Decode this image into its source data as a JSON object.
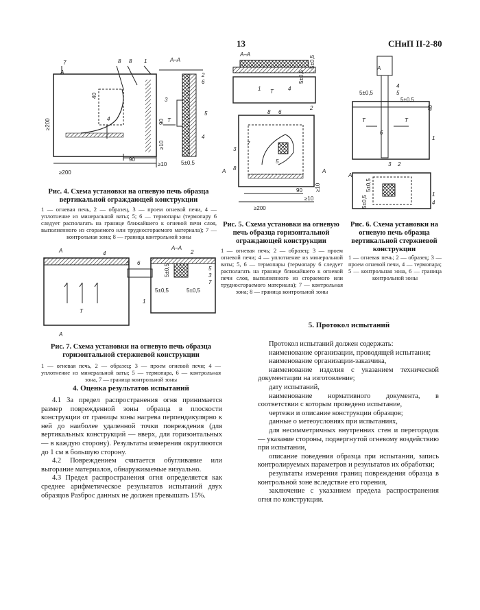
{
  "header": {
    "page_number": "13",
    "doc_code": "СНиП II-2-80"
  },
  "fig4": {
    "caption": "Рис. 4. Схема установки на огневую печь образца вертикальной ограждающей конструкции",
    "legend": "1 — огневая печь, 2 — образец, 3 — проем огневой печи, 4 — уплотнение из минеральной ваты; 5; 6 — термопары (термопару 6 следует располагать на границе ближайшего к огневой печи слоя, выполненного из сгораемого или трудносгораемого материала); 7 — контрольная зона; 8 — граница контрольной зоны",
    "labels": {
      "n1": "1",
      "n2": "2",
      "n3": "3",
      "n4": "4",
      "n5": "5",
      "n6": "6",
      "n7": "7",
      "n8": "8",
      "T": "T",
      "aa": "А–А",
      "a": "А",
      "d40": "40",
      "d90": "90",
      "d90b": "90",
      "d10": "≥10",
      "d10b": "≥10",
      "d200": "≥200",
      "d5": "5±0,5"
    }
  },
  "fig5": {
    "caption": "Рис. 5. Схема установки на огневую печь образца горизонтальной ограждающей конструкции",
    "legend": "1 — огневая печь; 2 — образец; 3 — проем огневой печи; 4 — уплотнение из минеральной ваты; 5, 6 — термопары (термопару 6 следует располагать на границе ближайшего к огневой печи слоя, выполненного из сгораемого или трудносгораемого материала); 7 — контрольная зона; 8 — граница контрольной зоны",
    "labels": {
      "aa": "А–А",
      "n1": "1",
      "n2": "2",
      "n3": "3",
      "n4": "4",
      "n5": "5",
      "n6": "6",
      "n7": "7",
      "n8": "8",
      "T": "T",
      "a": "А",
      "d90": "90",
      "d10": "≥10",
      "d10b": "≥10",
      "d200": "≥200",
      "d5": "5±0,5",
      "d5b": "5±0,5"
    }
  },
  "fig6": {
    "caption": "Рис. 6. Схема установки на огневую печь образца вертикальной стержневой конструкции",
    "legend": "1 — огневая печь; 2 — образец; 3 — проем огневой печи, 4 — термопара; 5 — контрольная зона, 6 — граница контрольной зоны",
    "labels": {
      "n1": "1",
      "n2": "2",
      "n3": "3",
      "n4": "4",
      "n5": "5",
      "n6": "6",
      "T": "T",
      "a": "А",
      "d40": "40",
      "d5": "5±0,5",
      "d5b": "5±0,5",
      "d5c": "5±0,5",
      "d5d": "5±0,5"
    }
  },
  "fig7": {
    "caption": "Рис. 7. Схема установки на огневую печь образца горизонтальной стержневой конструкции",
    "legend": "1 — огневая печь, 2 — образец; 3 — проем огневой печи; 4 — уплотнение из минеральной ваты; 5 — термопара, 6 — контрольная зона, 7 — граница контрольной зоны",
    "labels": {
      "aa": "А–А",
      "n1": "1",
      "n2": "2",
      "n3": "3",
      "n4": "4",
      "n5": "5",
      "n6": "6",
      "n7": "7",
      "T": "T",
      "a": "А",
      "d5": "5±0,5",
      "d5b": "5±0,5",
      "d5c": "5±0,5"
    }
  },
  "section4": {
    "title": "4. Оценка результатов испытаний",
    "p1": "4.1 За предел распространения огня принимается размер поврежденной зоны образца в плоскости конструкции от границы зоны нагрева перпендикулярно к ней до наиболее удаленной точки повреждения (для вертикальных конструкций — вверх, для горизонтальных — в каждую сторону). Результаты измерения округляются до 1 см в большую сторону.",
    "p2": "4.2 Повреждением считается обугливание или выгорание материалов, обнаруживаемые визуально.",
    "p3": "4.3 Предел распространения огня определяется как среднее арифметическое результатов испытаний двух образцов Разброс данных не должен превышать 15%."
  },
  "section5": {
    "title": "5. Протокол испытаний",
    "intro": "Протокол испытаний должен содержать:",
    "items": [
      "наименование организации, проводящей испытания;",
      "наименование организации-заказчика,",
      "наименование изделия с указанием технической документации на изготовление;",
      "дату испытаний,",
      "наименование нормативного документа, в соответствии с которым проведено испытание,",
      "чертежи и описание конструкции образцов;",
      "данные о метеоусловиях при испытаниях,",
      "для несимметричных внутренних стен и перегородок — указание стороны, подвергнутой огневому воздействию при испытании,",
      "описание поведения образца при испытании, запись контролируемых параметров и результатов их обработки;",
      "результаты измерения границ повреждения образца в контрольной зоне вследствие его горения,",
      "заключение с указанием предела распространения огня по конструкции."
    ]
  }
}
